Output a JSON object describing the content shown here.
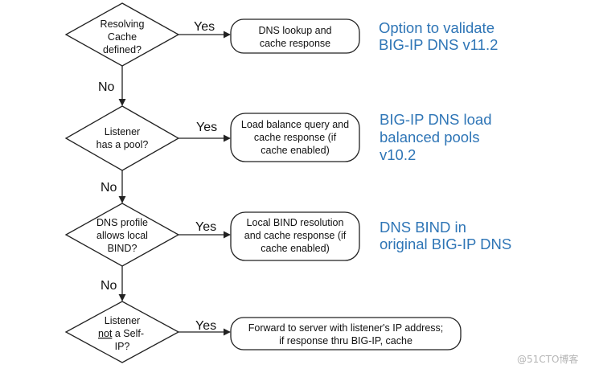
{
  "colors": {
    "note": "#2e75b6",
    "line": "#222222"
  },
  "decisions": [
    {
      "lines": [
        "Resolving",
        "Cache",
        "defined?"
      ],
      "underline": []
    },
    {
      "lines": [
        "Listener",
        "has a pool?"
      ],
      "underline": []
    },
    {
      "lines": [
        "DNS profile",
        "allows local",
        "BIND?"
      ],
      "underline": []
    },
    {
      "lines": [
        "Listener",
        " a Self-",
        "IP?"
      ],
      "underline_word": "not"
    }
  ],
  "actions": [
    {
      "lines": [
        "DNS lookup and",
        "cache response"
      ]
    },
    {
      "lines": [
        "Load balance query and",
        "cache response (if",
        "cache enabled)"
      ]
    },
    {
      "lines": [
        "Local BIND resolution",
        "and cache response (if",
        "cache enabled)"
      ]
    },
    {
      "lines": [
        "Forward to server with listener's IP address;",
        "if response thru BIG-IP, cache"
      ]
    }
  ],
  "yes_labels": [
    "Yes",
    "Yes",
    "Yes",
    "Yes"
  ],
  "no_labels": [
    "No",
    "No",
    "No"
  ],
  "notes": [
    {
      "lines": [
        "Option to validate",
        "BIG-IP DNS v11.2"
      ]
    },
    {
      "lines": [
        "BIG-IP DNS load",
        "balanced pools",
        "v10.2"
      ]
    },
    {
      "lines": [
        "DNS BIND in",
        "original BIG-IP DNS"
      ]
    }
  ],
  "watermark": "@51CTO博客"
}
